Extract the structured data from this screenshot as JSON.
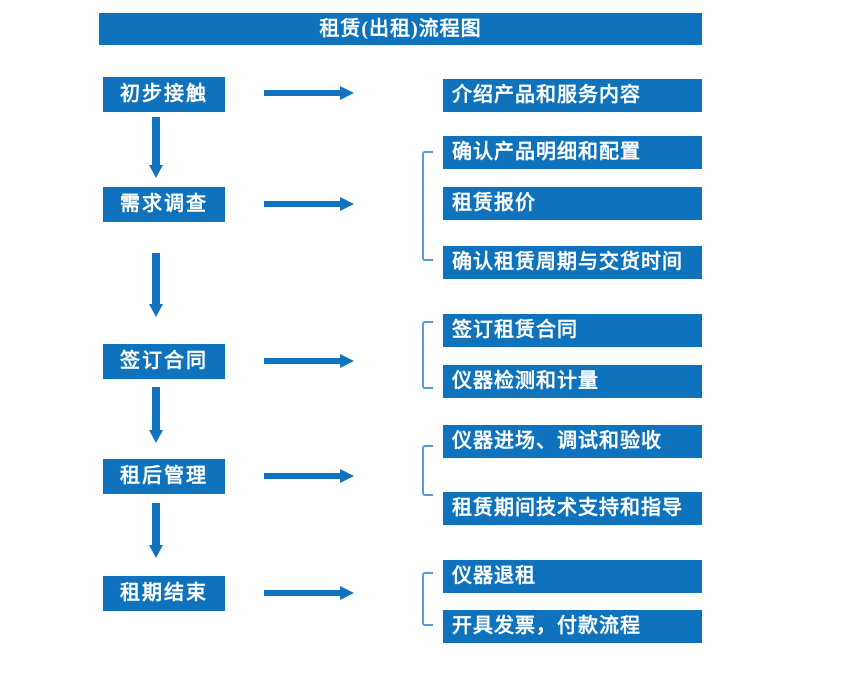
{
  "title": "租赁(出租)流程图",
  "colors": {
    "primary_blue": "#0e72bd",
    "arrow_blue": "#1173c0",
    "bracket_blue": "#5b9bd5",
    "box_text": "#ffffff",
    "background": "#ffffff"
  },
  "stages": [
    {
      "label": "初步接触",
      "details": [
        "介绍产品和服务内容"
      ]
    },
    {
      "label": "需求调查",
      "details": [
        "确认产品明细和配置",
        "租赁报价",
        "确认租赁周期与交货时间"
      ]
    },
    {
      "label": "签订合同",
      "details": [
        "签订租赁合同",
        "仪器检测和计量"
      ]
    },
    {
      "label": "租后管理",
      "details": [
        "仪器进场、调试和验收",
        "租赁期间技术支持和指导"
      ]
    },
    {
      "label": "租期结束",
      "details": [
        "仪器退租",
        "开具发票，付款流程"
      ]
    }
  ]
}
